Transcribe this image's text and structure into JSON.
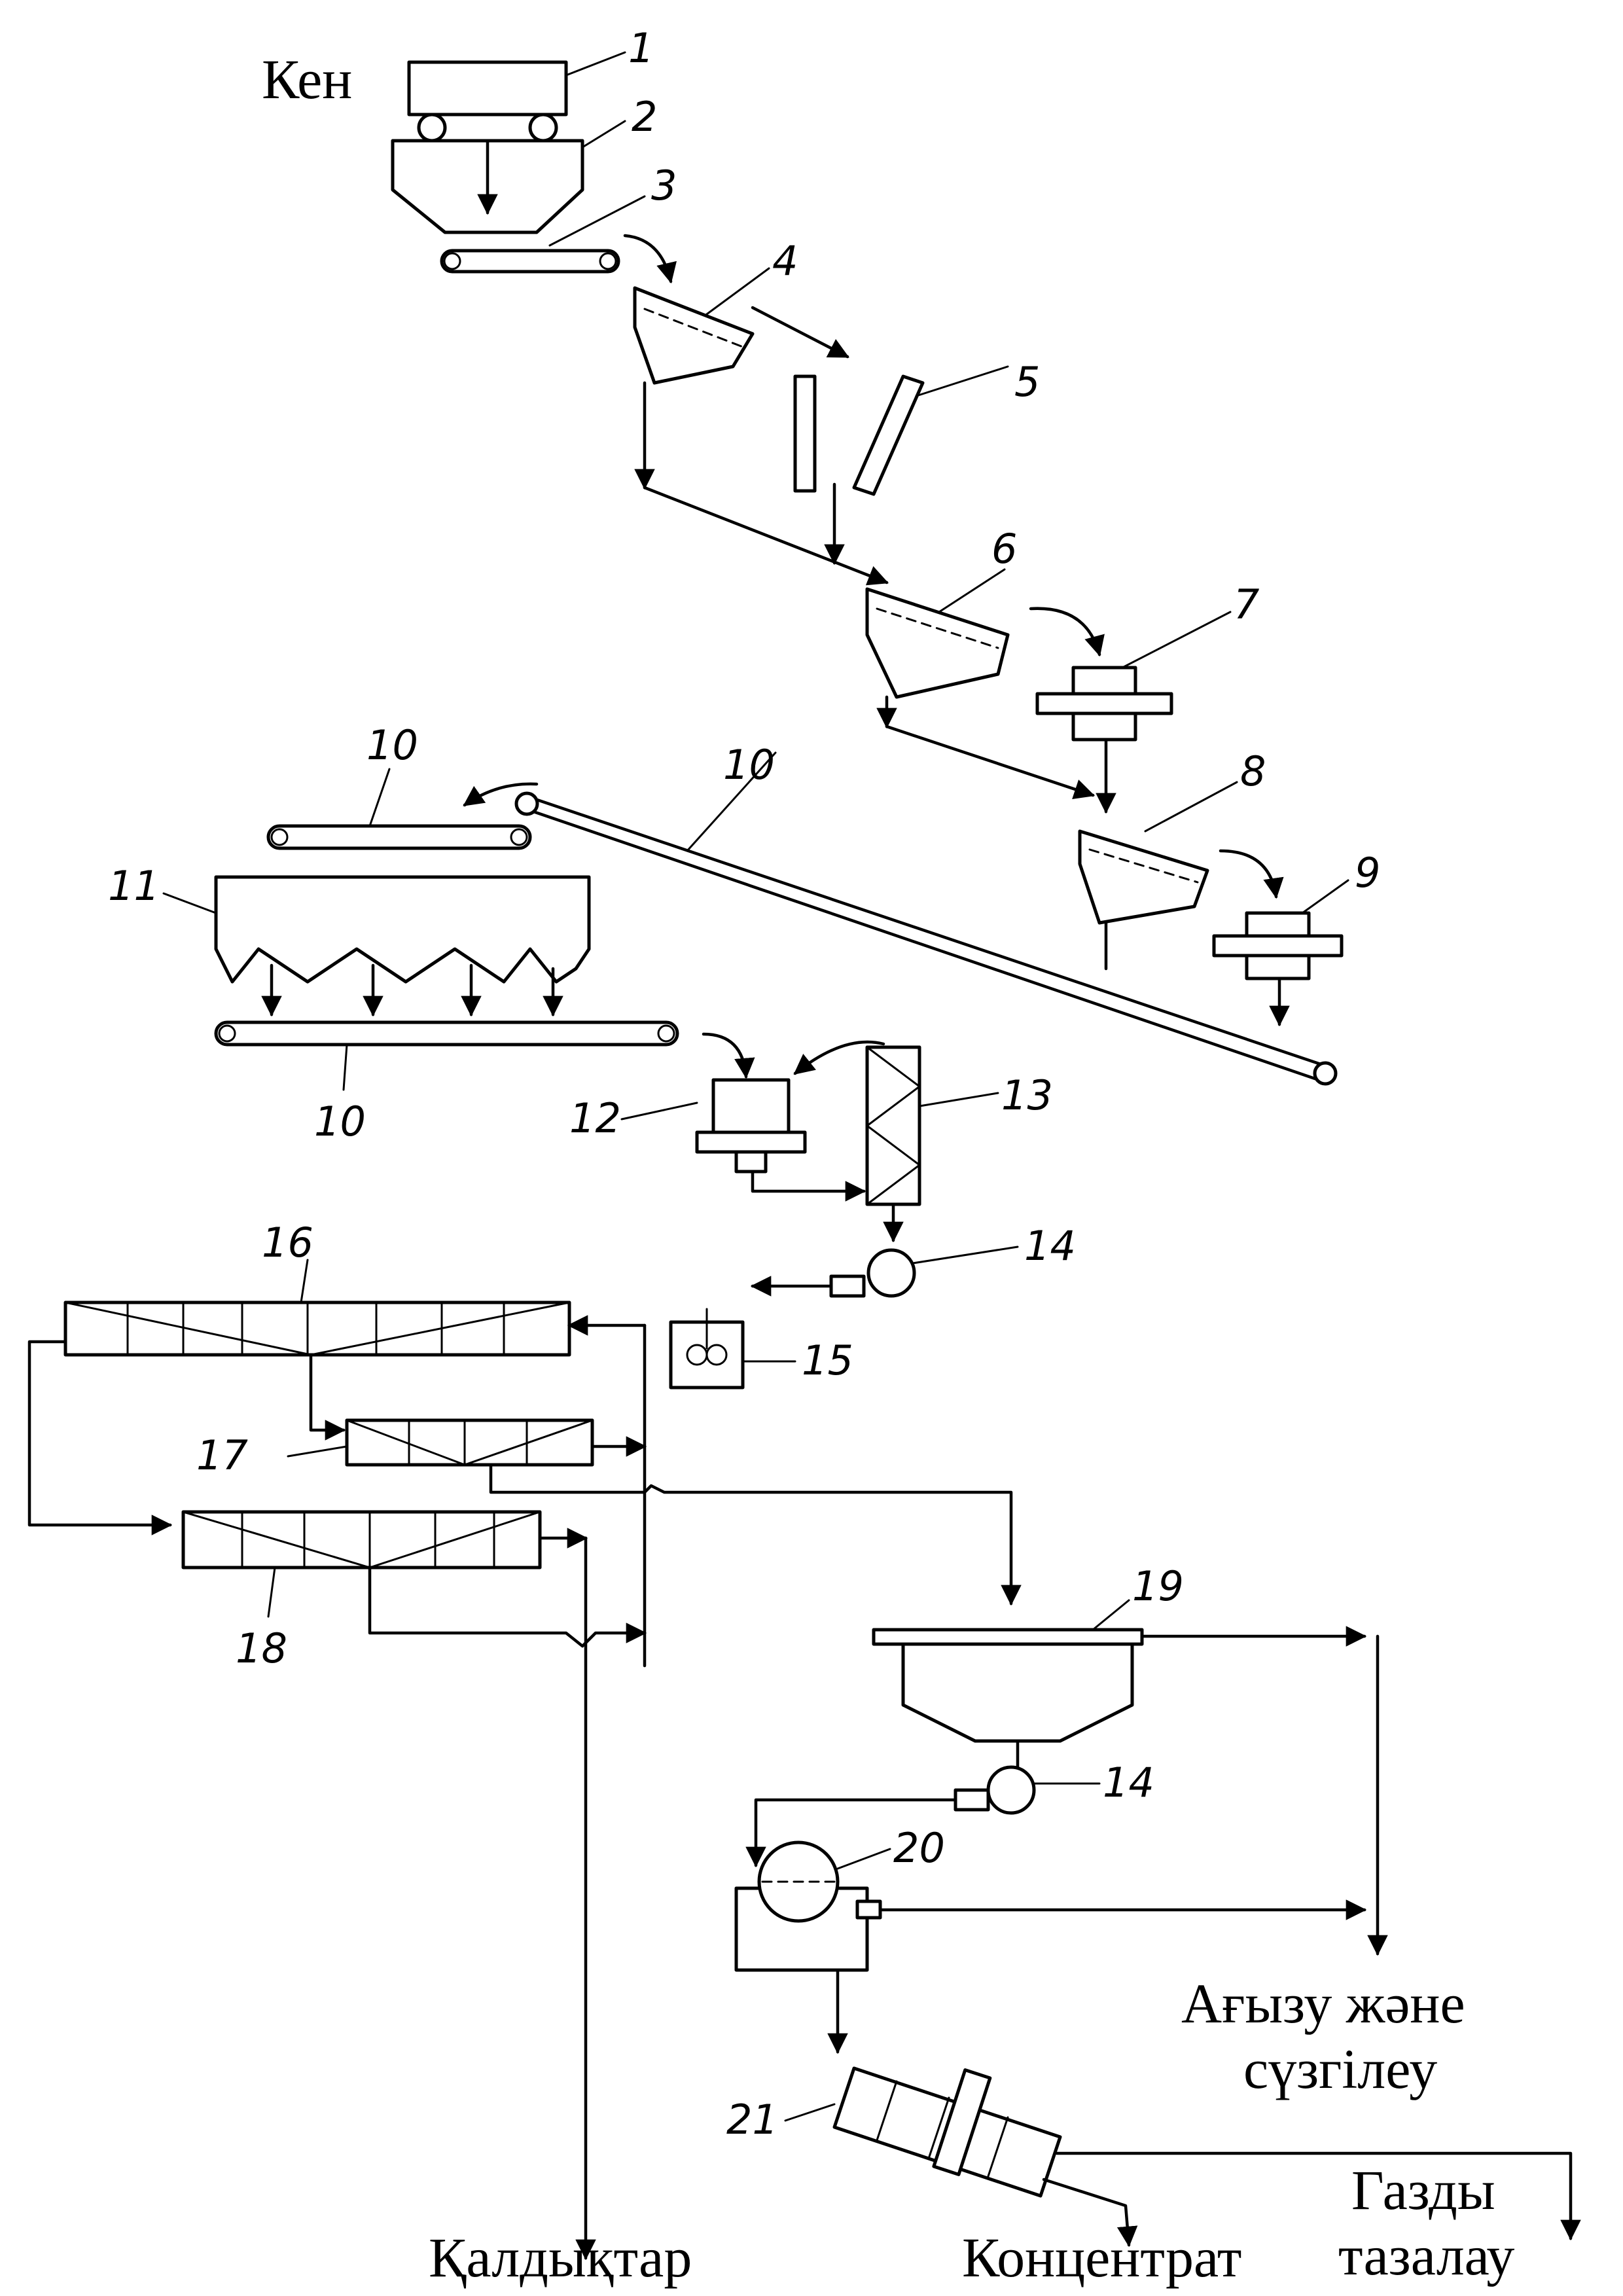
{
  "labels": {
    "ore": "Кен",
    "tailings": "Қалдықтар",
    "concentrate": "Концентрат",
    "drain_line1": "Ағызу және",
    "drain_line2": "сүзгілеу",
    "gas_line1": "Газды",
    "gas_line2": "тазалау"
  },
  "numbers": {
    "n1": "1",
    "n2": "2",
    "n3": "3",
    "n4": "4",
    "n5": "5",
    "n6": "6",
    "n7": "7",
    "n8": "8",
    "n9": "9",
    "n10": "10",
    "n11": "11",
    "n12": "12",
    "n13": "13",
    "n14": "14",
    "n15": "15",
    "n16": "16",
    "n17": "17",
    "n18": "18",
    "n19": "19",
    "n20": "20",
    "n21": "21"
  }
}
